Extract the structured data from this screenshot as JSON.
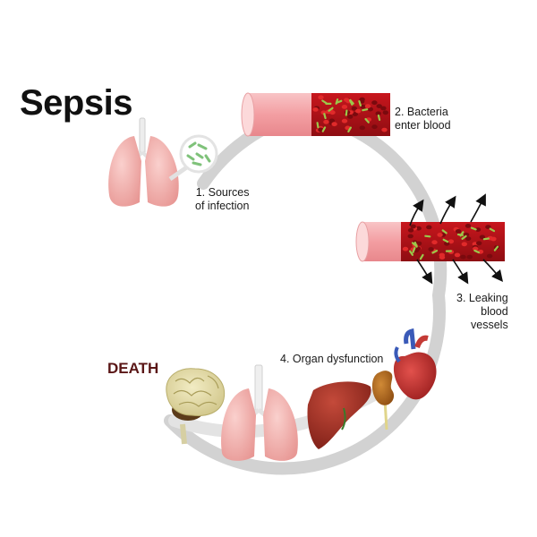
{
  "title": "Sepsis",
  "death_label": "DEATH",
  "steps": [
    {
      "number": "1.",
      "lines": [
        "Sources",
        "of infection"
      ]
    },
    {
      "number": "2.",
      "lines": [
        "Bacteria",
        "enter blood"
      ]
    },
    {
      "number": "3.",
      "lines": [
        "Leaking",
        "blood",
        "vessels"
      ]
    },
    {
      "number": "4.",
      "lines": [
        "Organ dysfunction"
      ]
    }
  ],
  "colors": {
    "cycle_arc": "#d3d3d3",
    "vessel_wall": "#f2a0a4",
    "blood": "#b01218",
    "bacteria": "#9bc84a",
    "lung": "#f3b0ae",
    "liver": "#a03024",
    "kidney": "#b46a1e",
    "brain": "#e3dcaa",
    "heart": "#c23030",
    "death_text": "#5a1616"
  },
  "icons": [
    "lungs-icon",
    "bacteria-magnifier-icon",
    "blood-vessel-icon",
    "leaking-vessel-icon",
    "heart-icon",
    "kidney-icon",
    "liver-icon",
    "brain-icon",
    "arrow-icon"
  ]
}
